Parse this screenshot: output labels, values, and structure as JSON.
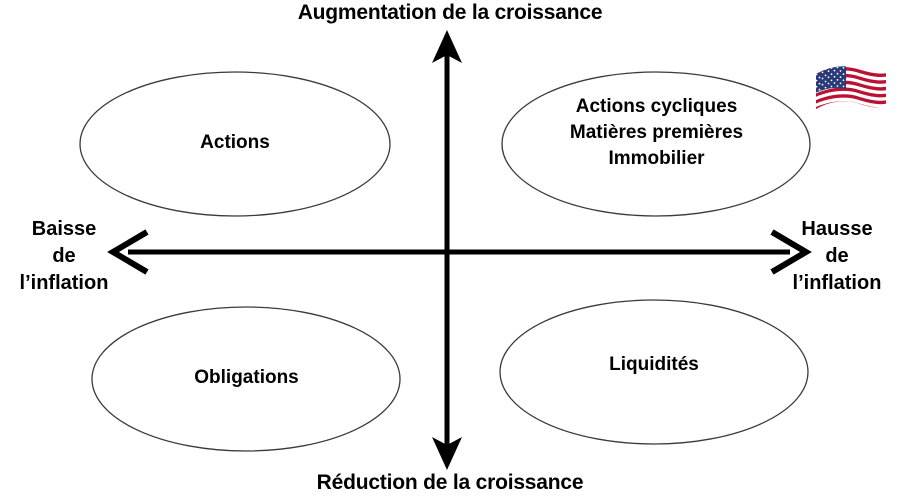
{
  "diagram": {
    "title_top": "Augmentation de la croissance",
    "title_bottom": "Réduction de la croissance",
    "axis_left_line1": "Baisse",
    "axis_left_line2": "de",
    "axis_left_line3": "l’inflation",
    "axis_right_line1": "Hausse",
    "axis_right_line2": "de",
    "axis_right_line3": "l’inflation",
    "colors": {
      "background": "#ffffff",
      "axis": "#000000",
      "text": "#000000",
      "ellipse_stroke": "#3a3a3a",
      "ellipse_fill": "#ffffff",
      "flag_red": "#bb1133",
      "flag_blue": "#2a3a78",
      "flag_white": "#ffffff"
    },
    "quadrants": [
      {
        "id": "upper-left",
        "name": "quadrant-upper-left",
        "label": "Actions"
      },
      {
        "id": "upper-right",
        "name": "quadrant-upper-right",
        "line1": "Actions cycliques",
        "line2": "Matières premières",
        "line3": "Immobilier"
      },
      {
        "id": "lower-left",
        "name": "quadrant-lower-left",
        "label": "Obligations"
      },
      {
        "id": "lower-right",
        "name": "quadrant-lower-right",
        "label": "Liquidités"
      }
    ],
    "flag": {
      "icon": "us-flag-icon",
      "alt": "United States flag"
    }
  }
}
